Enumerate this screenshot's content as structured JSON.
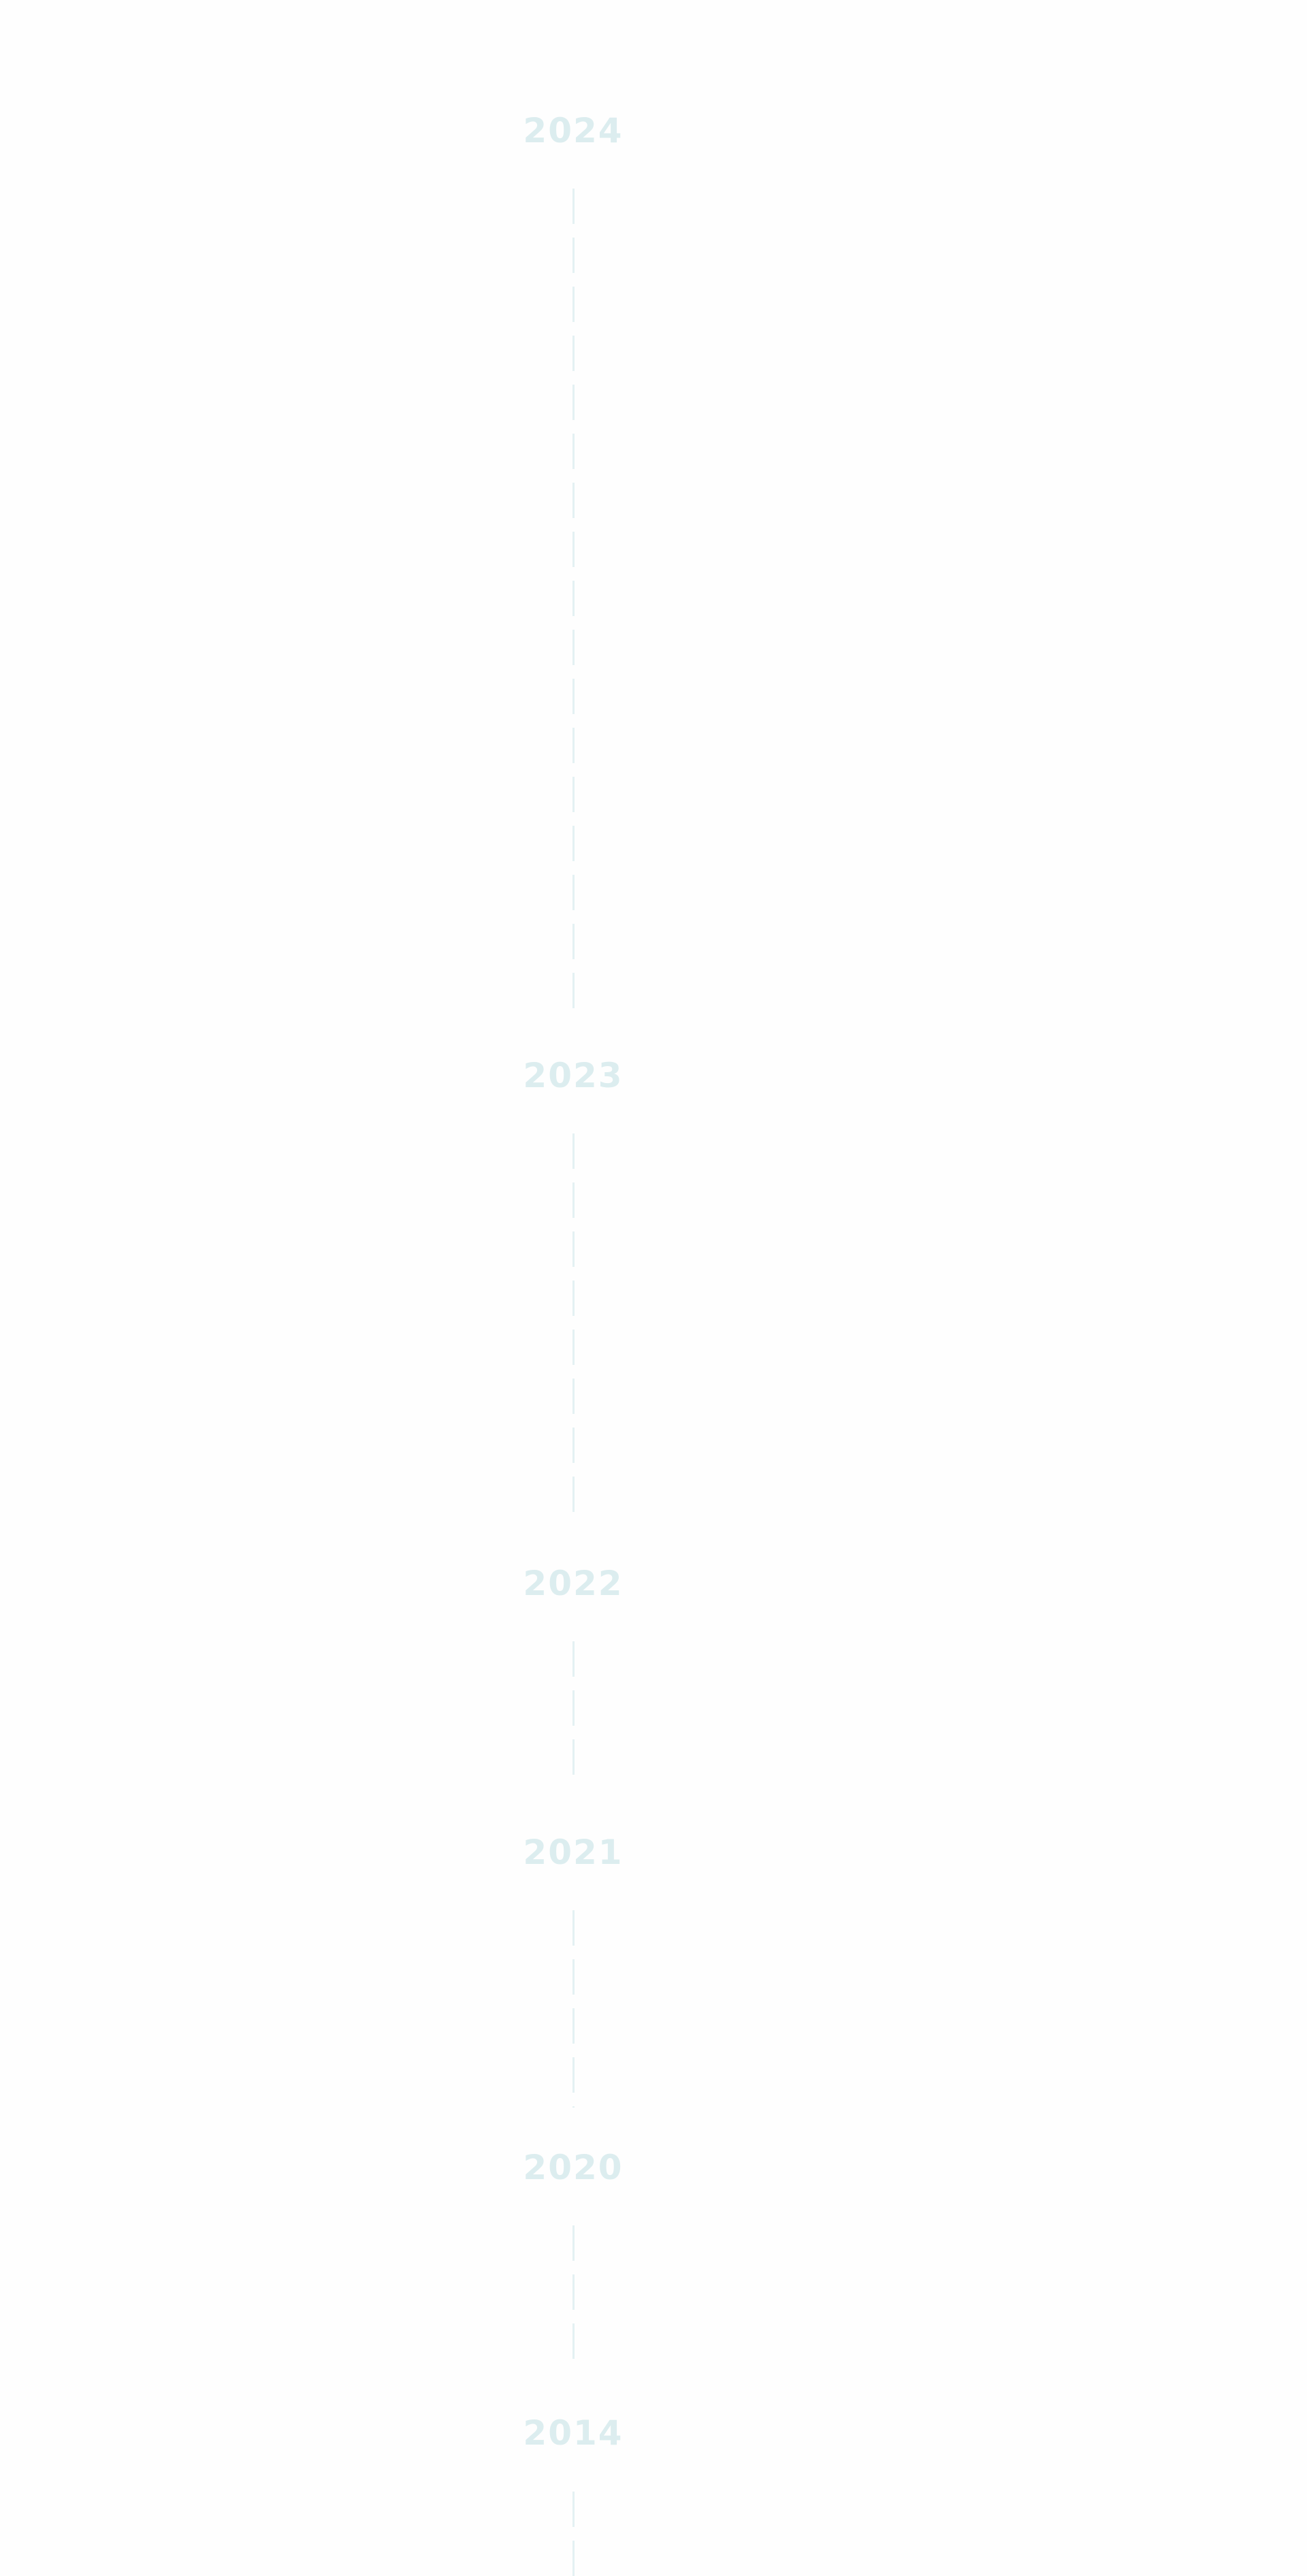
{
  "timeline": {
    "years": [
      "2024",
      "2023",
      "2022",
      "2021",
      "2020",
      "2014"
    ]
  },
  "colors": {
    "year_text": "#dcedef",
    "line": "#e4f1f3",
    "background": "#fefefe"
  }
}
